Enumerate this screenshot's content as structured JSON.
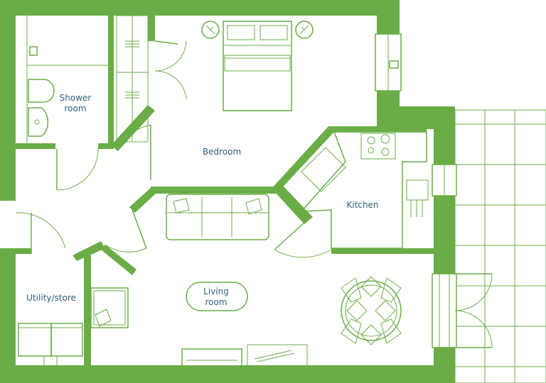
{
  "rooms": {
    "shower_line1": "Shower",
    "shower_line2": "room",
    "bedroom": "Bedroom",
    "kitchen": "Kitchen",
    "living_line1": "Living",
    "living_line2": "room",
    "utility": "Utility/store"
  },
  "colors": {
    "wall": "#6aad46",
    "label": "#2f5f7d",
    "background": "#ffffff"
  }
}
